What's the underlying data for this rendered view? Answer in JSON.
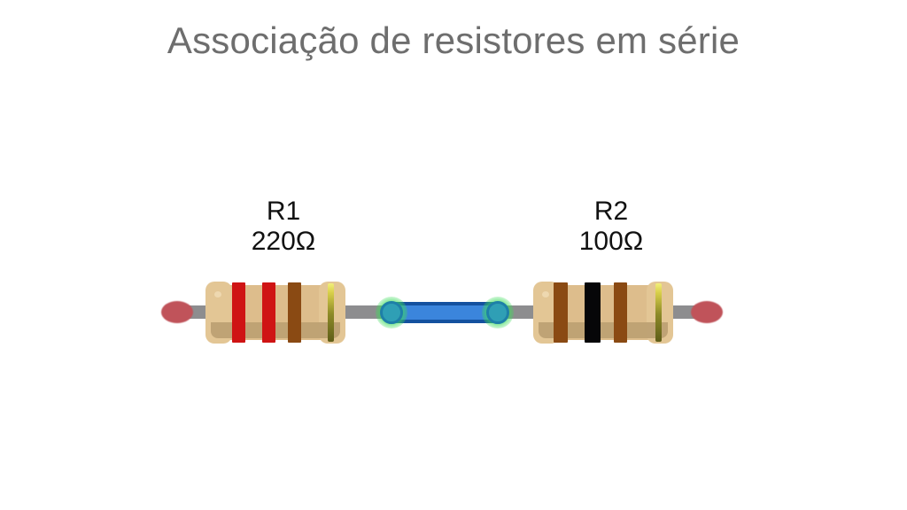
{
  "slide": {
    "title": "Associação de resistores em série",
    "title_color": "#6e6e6e",
    "background_color": "#ffffff"
  },
  "circuit": {
    "type": "series-resistor-circuit",
    "components": [
      {
        "id": "R1",
        "name": "R1",
        "value": "220Ω",
        "resistance_ohms": 220,
        "bands": [
          "red",
          "red",
          "brown",
          "gold"
        ],
        "band_colors": [
          "#cf1414",
          "#cf1414",
          "#8a4a13",
          "#d8cf4a"
        ],
        "body_color": "#ddbd8c"
      },
      {
        "id": "R2",
        "name": "R2",
        "value": "100Ω",
        "resistance_ohms": 100,
        "bands": [
          "brown",
          "black",
          "brown",
          "gold"
        ],
        "band_colors": [
          "#8a4a13",
          "#060608",
          "#8a4a13",
          "#d8cf4a"
        ],
        "body_color": "#ddbd8c"
      }
    ],
    "jumper_wire": {
      "color": "#3b85dc",
      "border_color": "#14519f",
      "node_color": "#2f9fb5",
      "node_glow_color": "#3cdc5a"
    },
    "leads": {
      "wire_color": "#8d8d8f",
      "terminal_cap_color": "#c0535a"
    }
  }
}
